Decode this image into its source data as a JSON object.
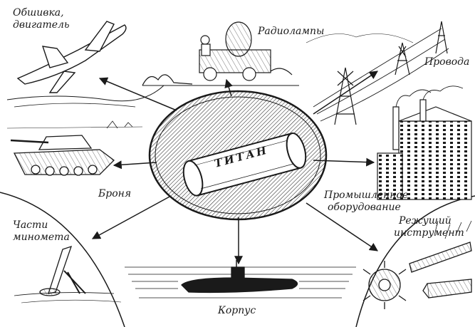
{
  "diagram": {
    "center_label": "ТИТАН",
    "labels": {
      "aircraft_line1": "Обшивка,",
      "aircraft_line2": "двигатель",
      "radio": "Радиолампы",
      "wires": "Провода",
      "armor": "Броня",
      "industry_line1": "Промышленное",
      "industry_line2": "оборудование",
      "mortar_line1": "Части",
      "mortar_line2": "миномета",
      "cutting_line1": "Режущий",
      "cutting_line2": "инструмент",
      "hull": "Корпус"
    }
  },
  "colors": {
    "ink": "#1a1a1a",
    "paper": "#ffffff"
  }
}
